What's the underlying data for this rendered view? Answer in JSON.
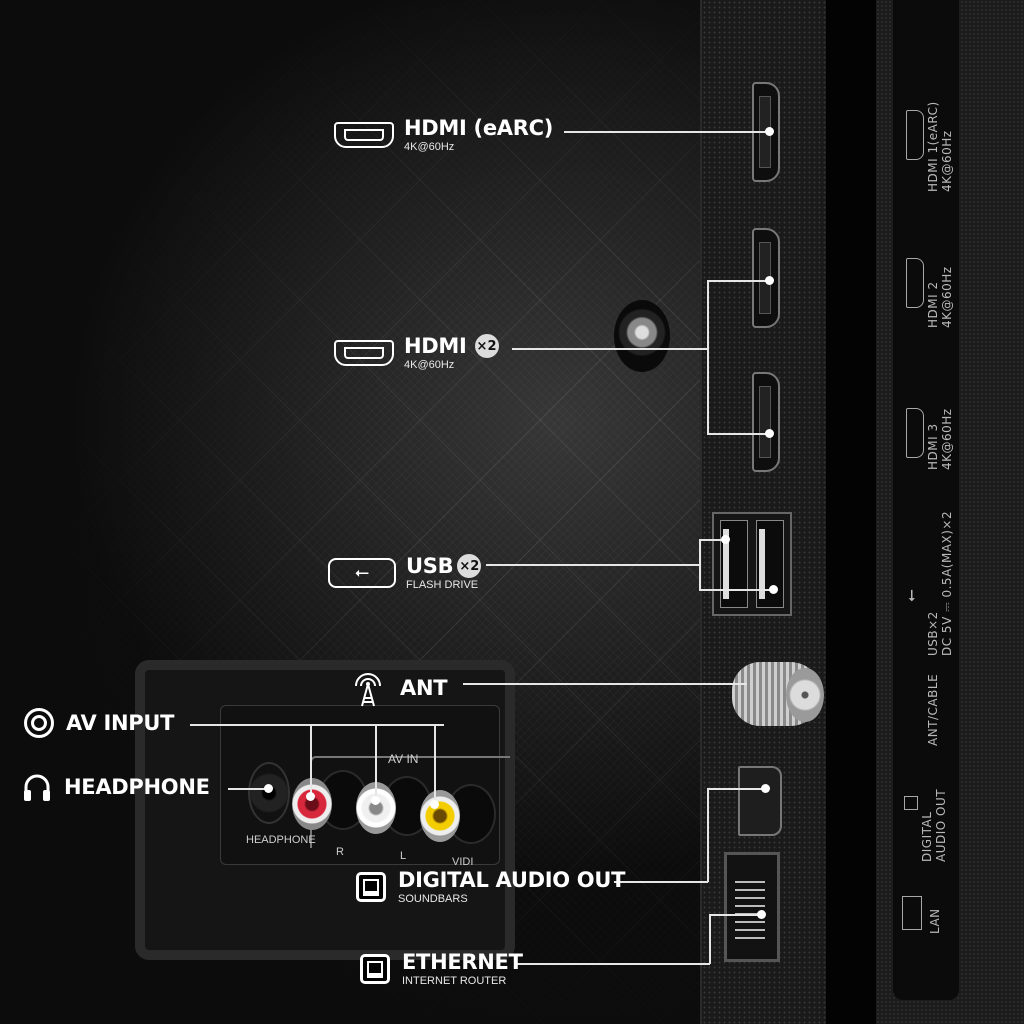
{
  "callouts": {
    "hdmi_earc": {
      "icon": "hdmi-icon",
      "title": "HDMI (eARC)",
      "sub": "4K@60Hz"
    },
    "hdmi_x2": {
      "icon": "hdmi-icon",
      "title": "HDMI",
      "badge": "×2",
      "sub": "4K@60Hz"
    },
    "usb": {
      "icon": "usb-icon",
      "title": "USB",
      "badge": "×2",
      "sub": "FLASH DRIVE"
    },
    "ant": {
      "icon": "antenna-icon",
      "title": "ANT"
    },
    "av_input": {
      "icon": "av-input-icon",
      "title": "AV INPUT"
    },
    "headphone": {
      "icon": "headphone-icon",
      "title": "HEADPHONE"
    },
    "digital_audio": {
      "icon": "optical-port-icon",
      "title": "DIGITAL AUDIO OUT",
      "sub": "SOUNDBARS"
    },
    "ethernet": {
      "icon": "ethernet-port-icon",
      "title": "ETHERNET",
      "sub": "INTERNET ROUTER"
    }
  },
  "av_panel": {
    "headphone_label": "HEADPHONE",
    "av_in_label": "AV IN",
    "r_label": "R",
    "l_label": "L",
    "video_label": "VIDI"
  },
  "side_strip": {
    "hdmi1": {
      "line1": "HDMI 1(eARC)",
      "line2": "4K@60Hz"
    },
    "hdmi2": {
      "line1": "HDMI 2",
      "line2": "4K@60Hz"
    },
    "hdmi3": {
      "line1": "HDMI 3",
      "line2": "4K@60Hz"
    },
    "usb": {
      "line1": "USB×2",
      "line2": "DC 5V ⎓ 0.5A(MAX)×2"
    },
    "ant": {
      "line1": "ANT/CABLE"
    },
    "digital_audio": {
      "line1": "DIGITAL",
      "line2": "AUDIO OUT"
    },
    "lan": {
      "line1": "LAN"
    }
  },
  "colors": {
    "background": "#0c0c0c",
    "text": "#ffffff",
    "strip_text": "#b8b8b8",
    "rca_red": "#d8283c",
    "rca_white": "#f0f0f0",
    "rca_yellow": "#f4cd00"
  }
}
